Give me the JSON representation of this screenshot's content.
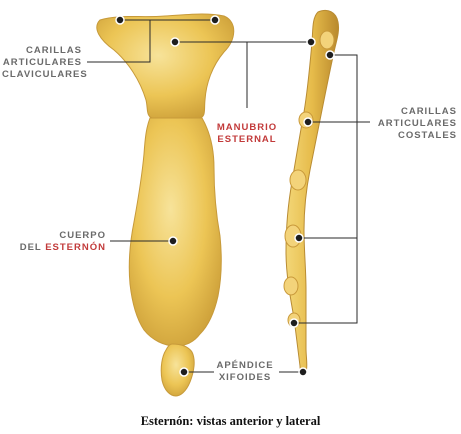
{
  "labels": {
    "clavicular": [
      "CARILLAS",
      "ARTICULARES",
      "CLAVICULARES"
    ],
    "manubrio": [
      "MANUBRIO",
      "ESTERNAL"
    ],
    "costal": [
      "CARILLAS",
      "ARTICULARES",
      "COSTALES"
    ],
    "cuerpo_line1": "CUERPO",
    "cuerpo_del": "DEL",
    "cuerpo_esternon": "ESTERNÓN",
    "xifoides": [
      "APÉNDICE",
      "XIFOIDES"
    ]
  },
  "caption": "Esternón: vistas anterior y lateral",
  "colors": {
    "bone": "#e9c24f",
    "bone_light": "#f6df86",
    "bone_dark": "#b5862c",
    "label_gray": "#6a6a6a",
    "label_red": "#c23a3a",
    "line": "#2a2a2a"
  }
}
